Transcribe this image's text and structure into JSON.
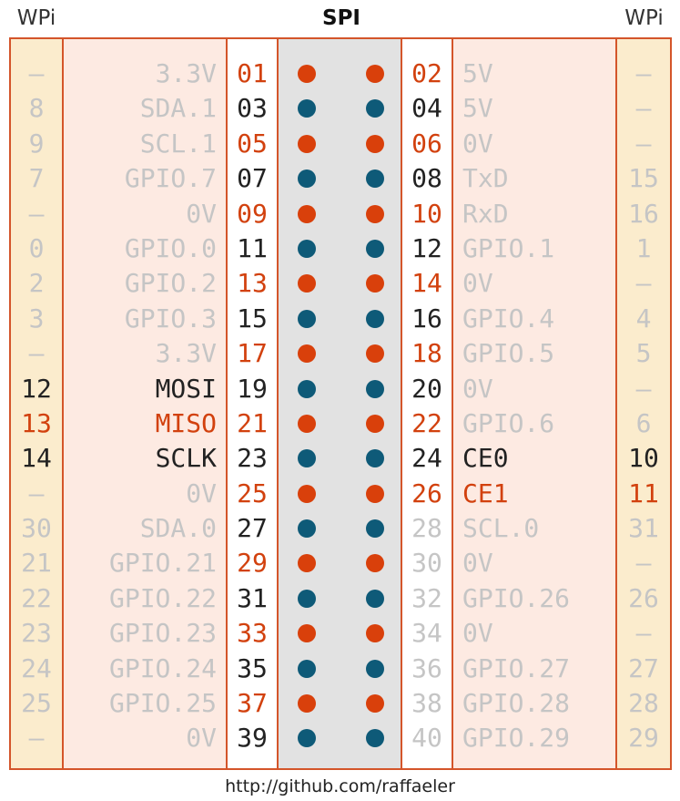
{
  "header": {
    "wpi_left": "WPi",
    "title": "SPI",
    "wpi_right": "WPi"
  },
  "colors": {
    "red_dot": "#d9400b",
    "blue_dot": "#0e5a78",
    "red_text": "#d2410e",
    "dim_text": "#c5c5c5",
    "active_text": "#222222"
  },
  "rows": [
    {
      "wpi_l": "–",
      "name_l": "3.3V",
      "pin_l": "01",
      "pin_r": "02",
      "name_r": "5V",
      "wpi_r": "–",
      "dot": "red",
      "s_wpi_l": "dim",
      "s_name_l": "dim",
      "s_pin_l": "red",
      "s_pin_r": "red",
      "s_name_r": "dim",
      "s_wpi_r": "dim"
    },
    {
      "wpi_l": "8",
      "name_l": "SDA.1",
      "pin_l": "03",
      "pin_r": "04",
      "name_r": "5V",
      "wpi_r": "–",
      "dot": "blue",
      "s_wpi_l": "dim",
      "s_name_l": "dim",
      "s_pin_l": "active",
      "s_pin_r": "active",
      "s_name_r": "dim",
      "s_wpi_r": "dim"
    },
    {
      "wpi_l": "9",
      "name_l": "SCL.1",
      "pin_l": "05",
      "pin_r": "06",
      "name_r": "0V",
      "wpi_r": "–",
      "dot": "red",
      "s_wpi_l": "dim",
      "s_name_l": "dim",
      "s_pin_l": "red",
      "s_pin_r": "red",
      "s_name_r": "dim",
      "s_wpi_r": "dim"
    },
    {
      "wpi_l": "7",
      "name_l": "GPIO.7",
      "pin_l": "07",
      "pin_r": "08",
      "name_r": "TxD",
      "wpi_r": "15",
      "dot": "blue",
      "s_wpi_l": "dim",
      "s_name_l": "dim",
      "s_pin_l": "active",
      "s_pin_r": "active",
      "s_name_r": "dim",
      "s_wpi_r": "dim"
    },
    {
      "wpi_l": "–",
      "name_l": "0V",
      "pin_l": "09",
      "pin_r": "10",
      "name_r": "RxD",
      "wpi_r": "16",
      "dot": "red",
      "s_wpi_l": "dim",
      "s_name_l": "dim",
      "s_pin_l": "red",
      "s_pin_r": "red",
      "s_name_r": "dim",
      "s_wpi_r": "dim"
    },
    {
      "wpi_l": "0",
      "name_l": "GPIO.0",
      "pin_l": "11",
      "pin_r": "12",
      "name_r": "GPIO.1",
      "wpi_r": "1",
      "dot": "blue",
      "s_wpi_l": "dim",
      "s_name_l": "dim",
      "s_pin_l": "active",
      "s_pin_r": "active",
      "s_name_r": "dim",
      "s_wpi_r": "dim"
    },
    {
      "wpi_l": "2",
      "name_l": "GPIO.2",
      "pin_l": "13",
      "pin_r": "14",
      "name_r": "0V",
      "wpi_r": "–",
      "dot": "red",
      "s_wpi_l": "dim",
      "s_name_l": "dim",
      "s_pin_l": "red",
      "s_pin_r": "red",
      "s_name_r": "dim",
      "s_wpi_r": "dim"
    },
    {
      "wpi_l": "3",
      "name_l": "GPIO.3",
      "pin_l": "15",
      "pin_r": "16",
      "name_r": "GPIO.4",
      "wpi_r": "4",
      "dot": "blue",
      "s_wpi_l": "dim",
      "s_name_l": "dim",
      "s_pin_l": "active",
      "s_pin_r": "active",
      "s_name_r": "dim",
      "s_wpi_r": "dim"
    },
    {
      "wpi_l": "–",
      "name_l": "3.3V",
      "pin_l": "17",
      "pin_r": "18",
      "name_r": "GPIO.5",
      "wpi_r": "5",
      "dot": "red",
      "s_wpi_l": "dim",
      "s_name_l": "dim",
      "s_pin_l": "red",
      "s_pin_r": "red",
      "s_name_r": "dim",
      "s_wpi_r": "dim"
    },
    {
      "wpi_l": "12",
      "name_l": "MOSI",
      "pin_l": "19",
      "pin_r": "20",
      "name_r": "0V",
      "wpi_r": "–",
      "dot": "blue",
      "s_wpi_l": "active",
      "s_name_l": "active",
      "s_pin_l": "active",
      "s_pin_r": "active",
      "s_name_r": "dim",
      "s_wpi_r": "dim"
    },
    {
      "wpi_l": "13",
      "name_l": "MISO",
      "pin_l": "21",
      "pin_r": "22",
      "name_r": "GPIO.6",
      "wpi_r": "6",
      "dot": "red",
      "s_wpi_l": "red",
      "s_name_l": "red",
      "s_pin_l": "red",
      "s_pin_r": "red",
      "s_name_r": "dim",
      "s_wpi_r": "dim"
    },
    {
      "wpi_l": "14",
      "name_l": "SCLK",
      "pin_l": "23",
      "pin_r": "24",
      "name_r": "CE0",
      "wpi_r": "10",
      "dot": "blue",
      "s_wpi_l": "active",
      "s_name_l": "active",
      "s_pin_l": "active",
      "s_pin_r": "active",
      "s_name_r": "active",
      "s_wpi_r": "active"
    },
    {
      "wpi_l": "–",
      "name_l": "0V",
      "pin_l": "25",
      "pin_r": "26",
      "name_r": "CE1",
      "wpi_r": "11",
      "dot": "red",
      "s_wpi_l": "dim",
      "s_name_l": "dim",
      "s_pin_l": "red",
      "s_pin_r": "red",
      "s_name_r": "red",
      "s_wpi_r": "red"
    },
    {
      "wpi_l": "30",
      "name_l": "SDA.0",
      "pin_l": "27",
      "pin_r": "28",
      "name_r": "SCL.0",
      "wpi_r": "31",
      "dot": "blue",
      "s_wpi_l": "dim",
      "s_name_l": "dim",
      "s_pin_l": "active",
      "s_pin_r": "dim",
      "s_name_r": "dim",
      "s_wpi_r": "dim"
    },
    {
      "wpi_l": "21",
      "name_l": "GPIO.21",
      "pin_l": "29",
      "pin_r": "30",
      "name_r": "0V",
      "wpi_r": "–",
      "dot": "red",
      "s_wpi_l": "dim",
      "s_name_l": "dim",
      "s_pin_l": "red",
      "s_pin_r": "dim",
      "s_name_r": "dim",
      "s_wpi_r": "dim"
    },
    {
      "wpi_l": "22",
      "name_l": "GPIO.22",
      "pin_l": "31",
      "pin_r": "32",
      "name_r": "GPIO.26",
      "wpi_r": "26",
      "dot": "blue",
      "s_wpi_l": "dim",
      "s_name_l": "dim",
      "s_pin_l": "active",
      "s_pin_r": "dim",
      "s_name_r": "dim",
      "s_wpi_r": "dim"
    },
    {
      "wpi_l": "23",
      "name_l": "GPIO.23",
      "pin_l": "33",
      "pin_r": "34",
      "name_r": "0V",
      "wpi_r": "–",
      "dot": "red",
      "s_wpi_l": "dim",
      "s_name_l": "dim",
      "s_pin_l": "red",
      "s_pin_r": "dim",
      "s_name_r": "dim",
      "s_wpi_r": "dim"
    },
    {
      "wpi_l": "24",
      "name_l": "GPIO.24",
      "pin_l": "35",
      "pin_r": "36",
      "name_r": "GPIO.27",
      "wpi_r": "27",
      "dot": "blue",
      "s_wpi_l": "dim",
      "s_name_l": "dim",
      "s_pin_l": "active",
      "s_pin_r": "dim",
      "s_name_r": "dim",
      "s_wpi_r": "dim"
    },
    {
      "wpi_l": "25",
      "name_l": "GPIO.25",
      "pin_l": "37",
      "pin_r": "38",
      "name_r": "GPIO.28",
      "wpi_r": "28",
      "dot": "red",
      "s_wpi_l": "dim",
      "s_name_l": "dim",
      "s_pin_l": "red",
      "s_pin_r": "dim",
      "s_name_r": "dim",
      "s_wpi_r": "dim"
    },
    {
      "wpi_l": "–",
      "name_l": "0V",
      "pin_l": "39",
      "pin_r": "40",
      "name_r": "GPIO.29",
      "wpi_r": "29",
      "dot": "blue",
      "s_wpi_l": "dim",
      "s_name_l": "dim",
      "s_pin_l": "active",
      "s_pin_r": "dim",
      "s_name_r": "dim",
      "s_wpi_r": "dim"
    }
  ],
  "footer": "http://github.com/raffaeler"
}
